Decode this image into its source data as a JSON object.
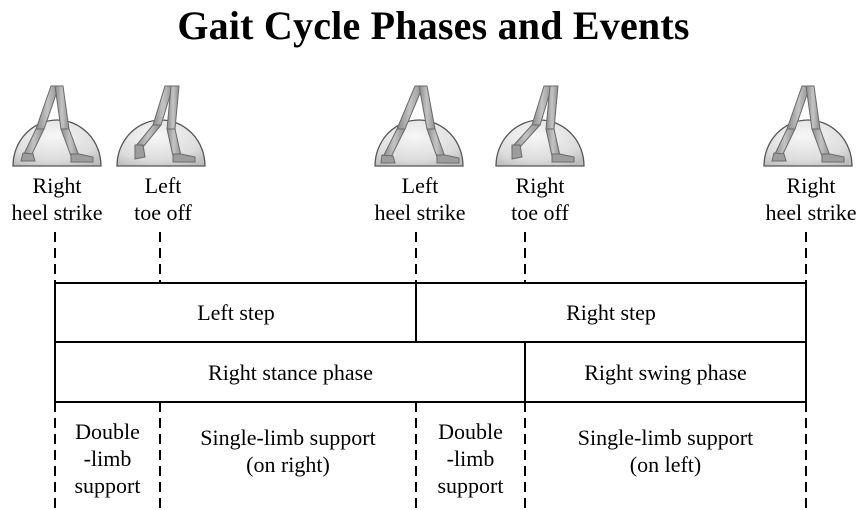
{
  "title": "Gait Cycle Phases and Events",
  "events": [
    {
      "id": "right-heel-strike-1",
      "line1": "Right",
      "line2": "heel strike",
      "pose": "heel-strike"
    },
    {
      "id": "left-toe-off",
      "line1": "Left",
      "line2": "toe off",
      "pose": "toe-off"
    },
    {
      "id": "left-heel-strike",
      "line1": "Left",
      "line2": "heel strike",
      "pose": "heel-strike"
    },
    {
      "id": "right-toe-off",
      "line1": "Right",
      "line2": "toe off",
      "pose": "toe-off"
    },
    {
      "id": "right-heel-strike-2",
      "line1": "Right",
      "line2": "heel strike",
      "pose": "heel-strike"
    }
  ],
  "steps": {
    "left": "Left step",
    "right": "Right step"
  },
  "phases": {
    "stance": "Right stance phase",
    "swing": "Right swing phase"
  },
  "support": {
    "double_1": {
      "line1": "Double",
      "line2": "-limb",
      "line3": "support"
    },
    "single_right": {
      "line1": "Single-limb support",
      "line2": "(on right)"
    },
    "double_2": {
      "line1": "Double",
      "line2": "-limb",
      "line3": "support"
    },
    "single_left": {
      "line1": "Single-limb support",
      "line2": "(on left)"
    }
  },
  "colors": {
    "figure": "#a8a8a8",
    "dome": "#e8e8e8",
    "line": "#000000"
  }
}
